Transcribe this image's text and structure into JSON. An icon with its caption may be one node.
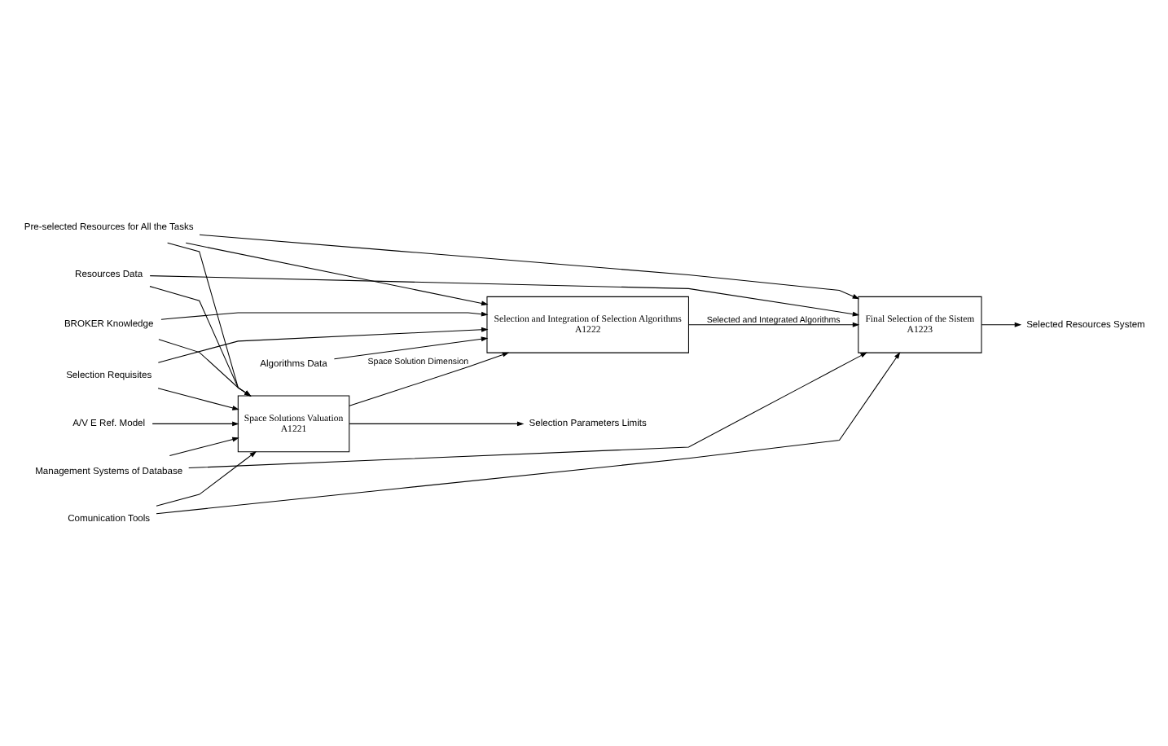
{
  "diagram": {
    "nodes": [
      {
        "text": [
          "Space Solutions Valuation",
          "A1221"
        ]
      },
      {
        "text": [
          "Selection and Integration of Selection Algorithms",
          "A1222"
        ]
      },
      {
        "text": [
          "Final Selection of the Sistem",
          "A1223"
        ]
      },
      {
        "text": [
          "A/V E Ref. Model"
        ]
      },
      {
        "text": [
          "Resources Data"
        ]
      },
      {
        "text": [
          "Algorithms Data"
        ]
      },
      {
        "text": [
          "Pre-selected Resources for All the Tasks"
        ]
      },
      {
        "text": [
          "Selection Requisites"
        ]
      },
      {
        "text": [
          "Selection Parameters Limits"
        ]
      },
      {
        "text": [
          "Selected Resources System"
        ]
      },
      {
        "text": [
          "Management Systems of Database"
        ]
      },
      {
        "text": [
          "Comunication Tools"
        ]
      },
      {
        "text": [
          "BROKER Knowledge"
        ]
      }
    ],
    "edges": [
      {
        "from": 3,
        "to": 0,
        "arrow": "to"
      },
      {
        "from": 4,
        "to": 0,
        "arrow": "to"
      },
      {
        "from": 4,
        "to": 2,
        "arrow": "to"
      },
      {
        "from": 5,
        "to": 1,
        "arrow": "to"
      },
      {
        "from": 6,
        "to": 0,
        "arrow": "to"
      },
      {
        "from": 6,
        "to": 1,
        "arrow": "to"
      },
      {
        "from": 6,
        "to": 2,
        "arrow": "to"
      },
      {
        "from": 7,
        "to": 0,
        "arrow": "to"
      },
      {
        "from": 7,
        "to": 1,
        "arrow": "to"
      },
      {
        "from": 0,
        "to": 8,
        "arrow": "to"
      },
      {
        "from": 0,
        "to": 1,
        "arrow": "to",
        "label": "Space Solution Dimension"
      },
      {
        "from": 1,
        "to": 2,
        "arrow": "to",
        "label": "Selected and Integrated Algorithms"
      },
      {
        "from": 2,
        "to": 9,
        "arrow": "to"
      },
      {
        "from": 10,
        "to": 0,
        "arrow": "to"
      },
      {
        "from": 10,
        "to": 2,
        "arrow": "to"
      },
      {
        "from": 11,
        "to": 0,
        "arrow": "to"
      },
      {
        "from": 11,
        "to": 2,
        "arrow": "to"
      },
      {
        "from": 12,
        "to": 0,
        "arrow": "to"
      },
      {
        "from": 12,
        "to": 1,
        "arrow": "to"
      }
    ]
  }
}
